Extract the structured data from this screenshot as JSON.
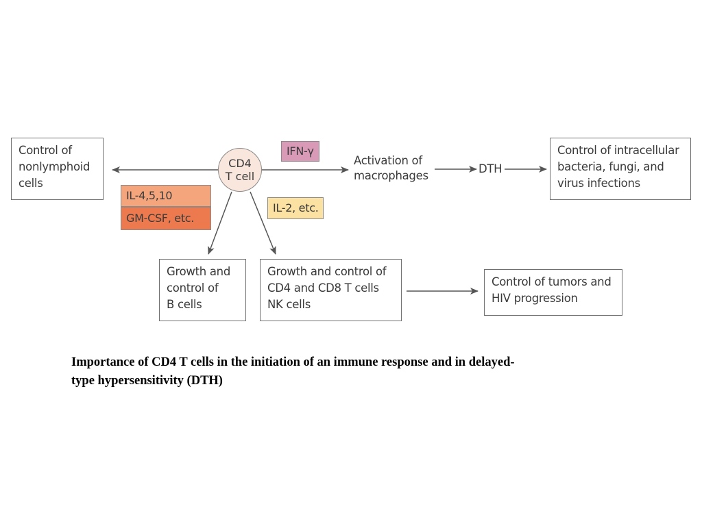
{
  "diagram": {
    "center": {
      "line1": "CD4",
      "line2": "T cell"
    },
    "boxes": {
      "nonlymphoid": {
        "lines": [
          "Control of",
          "nonlymphoid",
          "cells"
        ]
      },
      "intracellular": {
        "lines": [
          "Control of intracellular",
          "bacteria, fungi, and",
          "virus infections"
        ]
      },
      "b_cells": {
        "lines": [
          "Growth and",
          "control of",
          "B cells"
        ]
      },
      "t_cells": {
        "lines": [
          "Growth and control of",
          "CD4 and CD8 T cells",
          "NK cells"
        ]
      },
      "tumors": {
        "lines": [
          "Control of tumors and",
          "HIV progression"
        ]
      }
    },
    "tags": {
      "ifn": {
        "text": "IFN-γ",
        "color": "#d99ab8"
      },
      "il4": {
        "text": "IL-4,5,10",
        "color": "#f4a57c"
      },
      "gmcsf": {
        "text": "GM-CSF, etc.",
        "color": "#ec7a4e"
      },
      "il2": {
        "text": "IL-2, etc.",
        "color": "#fbe2a2"
      }
    },
    "labels": {
      "activation": {
        "lines": [
          "Activation of",
          "macrophages"
        ]
      },
      "dth": "DTH"
    }
  },
  "caption": {
    "line1": "Importance of CD4 T cells in the initiation of an immune response and in delayed-",
    "line2": "type hypersensitivity (DTH)"
  }
}
